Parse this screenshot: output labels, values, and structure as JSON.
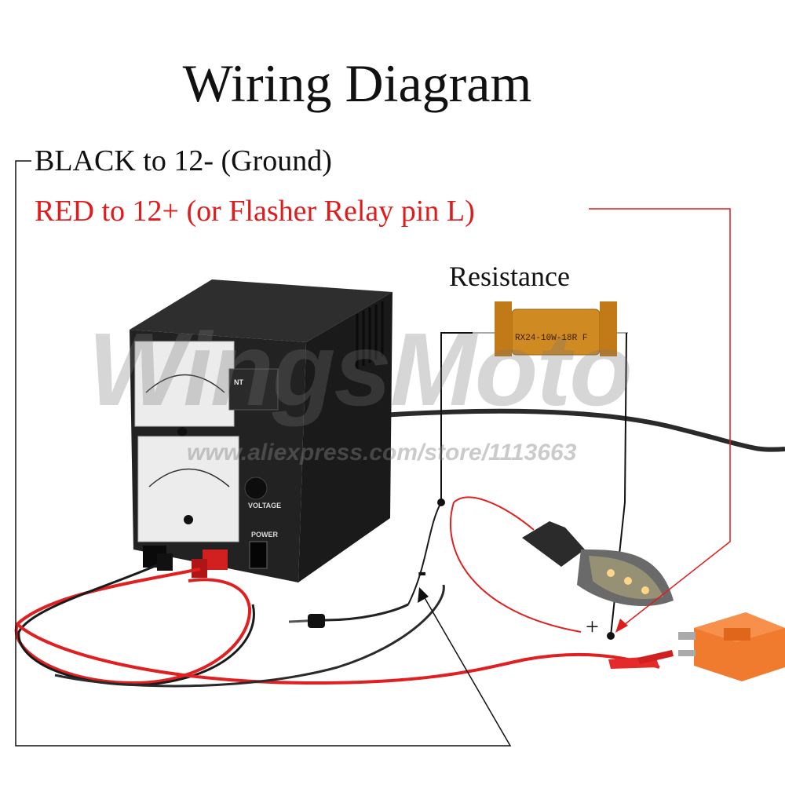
{
  "title": "Wiring Diagram",
  "instructions": {
    "black": "BLACK  to 12- (Ground)",
    "red": "RED  to 12+ (or Flasher Relay pin L)"
  },
  "component_labels": {
    "resistance": "Resistance",
    "negative": "-",
    "positive": "+"
  },
  "device_text": {
    "resistor_code": "RX24-10W-18R F",
    "meter_brand": "NT",
    "voltage": "VOLTAGE",
    "power": "POWER"
  },
  "watermark": {
    "brand": "WingsMoto",
    "url": "www.aliexpress.com/store/1113663"
  },
  "colors": {
    "title_text": "#111111",
    "red_text": "#e01b1b",
    "red_wire": "#e02020",
    "black_wire": "#222222",
    "resistor_gold": "#d08a22",
    "relay_orange": "#f07b2e",
    "power_supply": "#1c1c1c"
  }
}
